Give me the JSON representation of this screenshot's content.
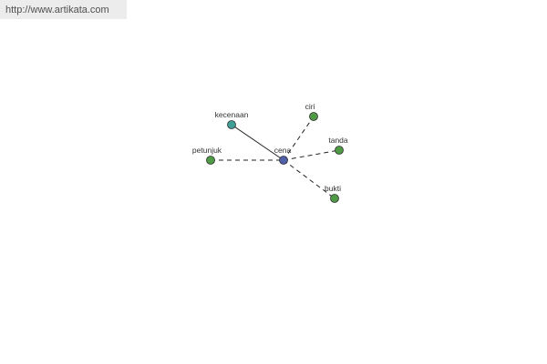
{
  "source_url": "http://www.artikata.com",
  "graph": {
    "center": {
      "label": "cena",
      "color": "#4f5fa8"
    },
    "nodes": [
      {
        "id": "kecenaan",
        "label": "kecenaan",
        "color": "#3f9e95",
        "link": "solid"
      },
      {
        "id": "ciri",
        "label": "ciri",
        "color": "#4f9a45",
        "link": "dashed"
      },
      {
        "id": "petunjuk",
        "label": "petunjuk",
        "color": "#4f9a45",
        "link": "dashed"
      },
      {
        "id": "tanda",
        "label": "tanda",
        "color": "#4f9a45",
        "link": "dashed"
      },
      {
        "id": "bukti",
        "label": "bukti",
        "color": "#4f9a45",
        "link": "dashed"
      }
    ]
  }
}
